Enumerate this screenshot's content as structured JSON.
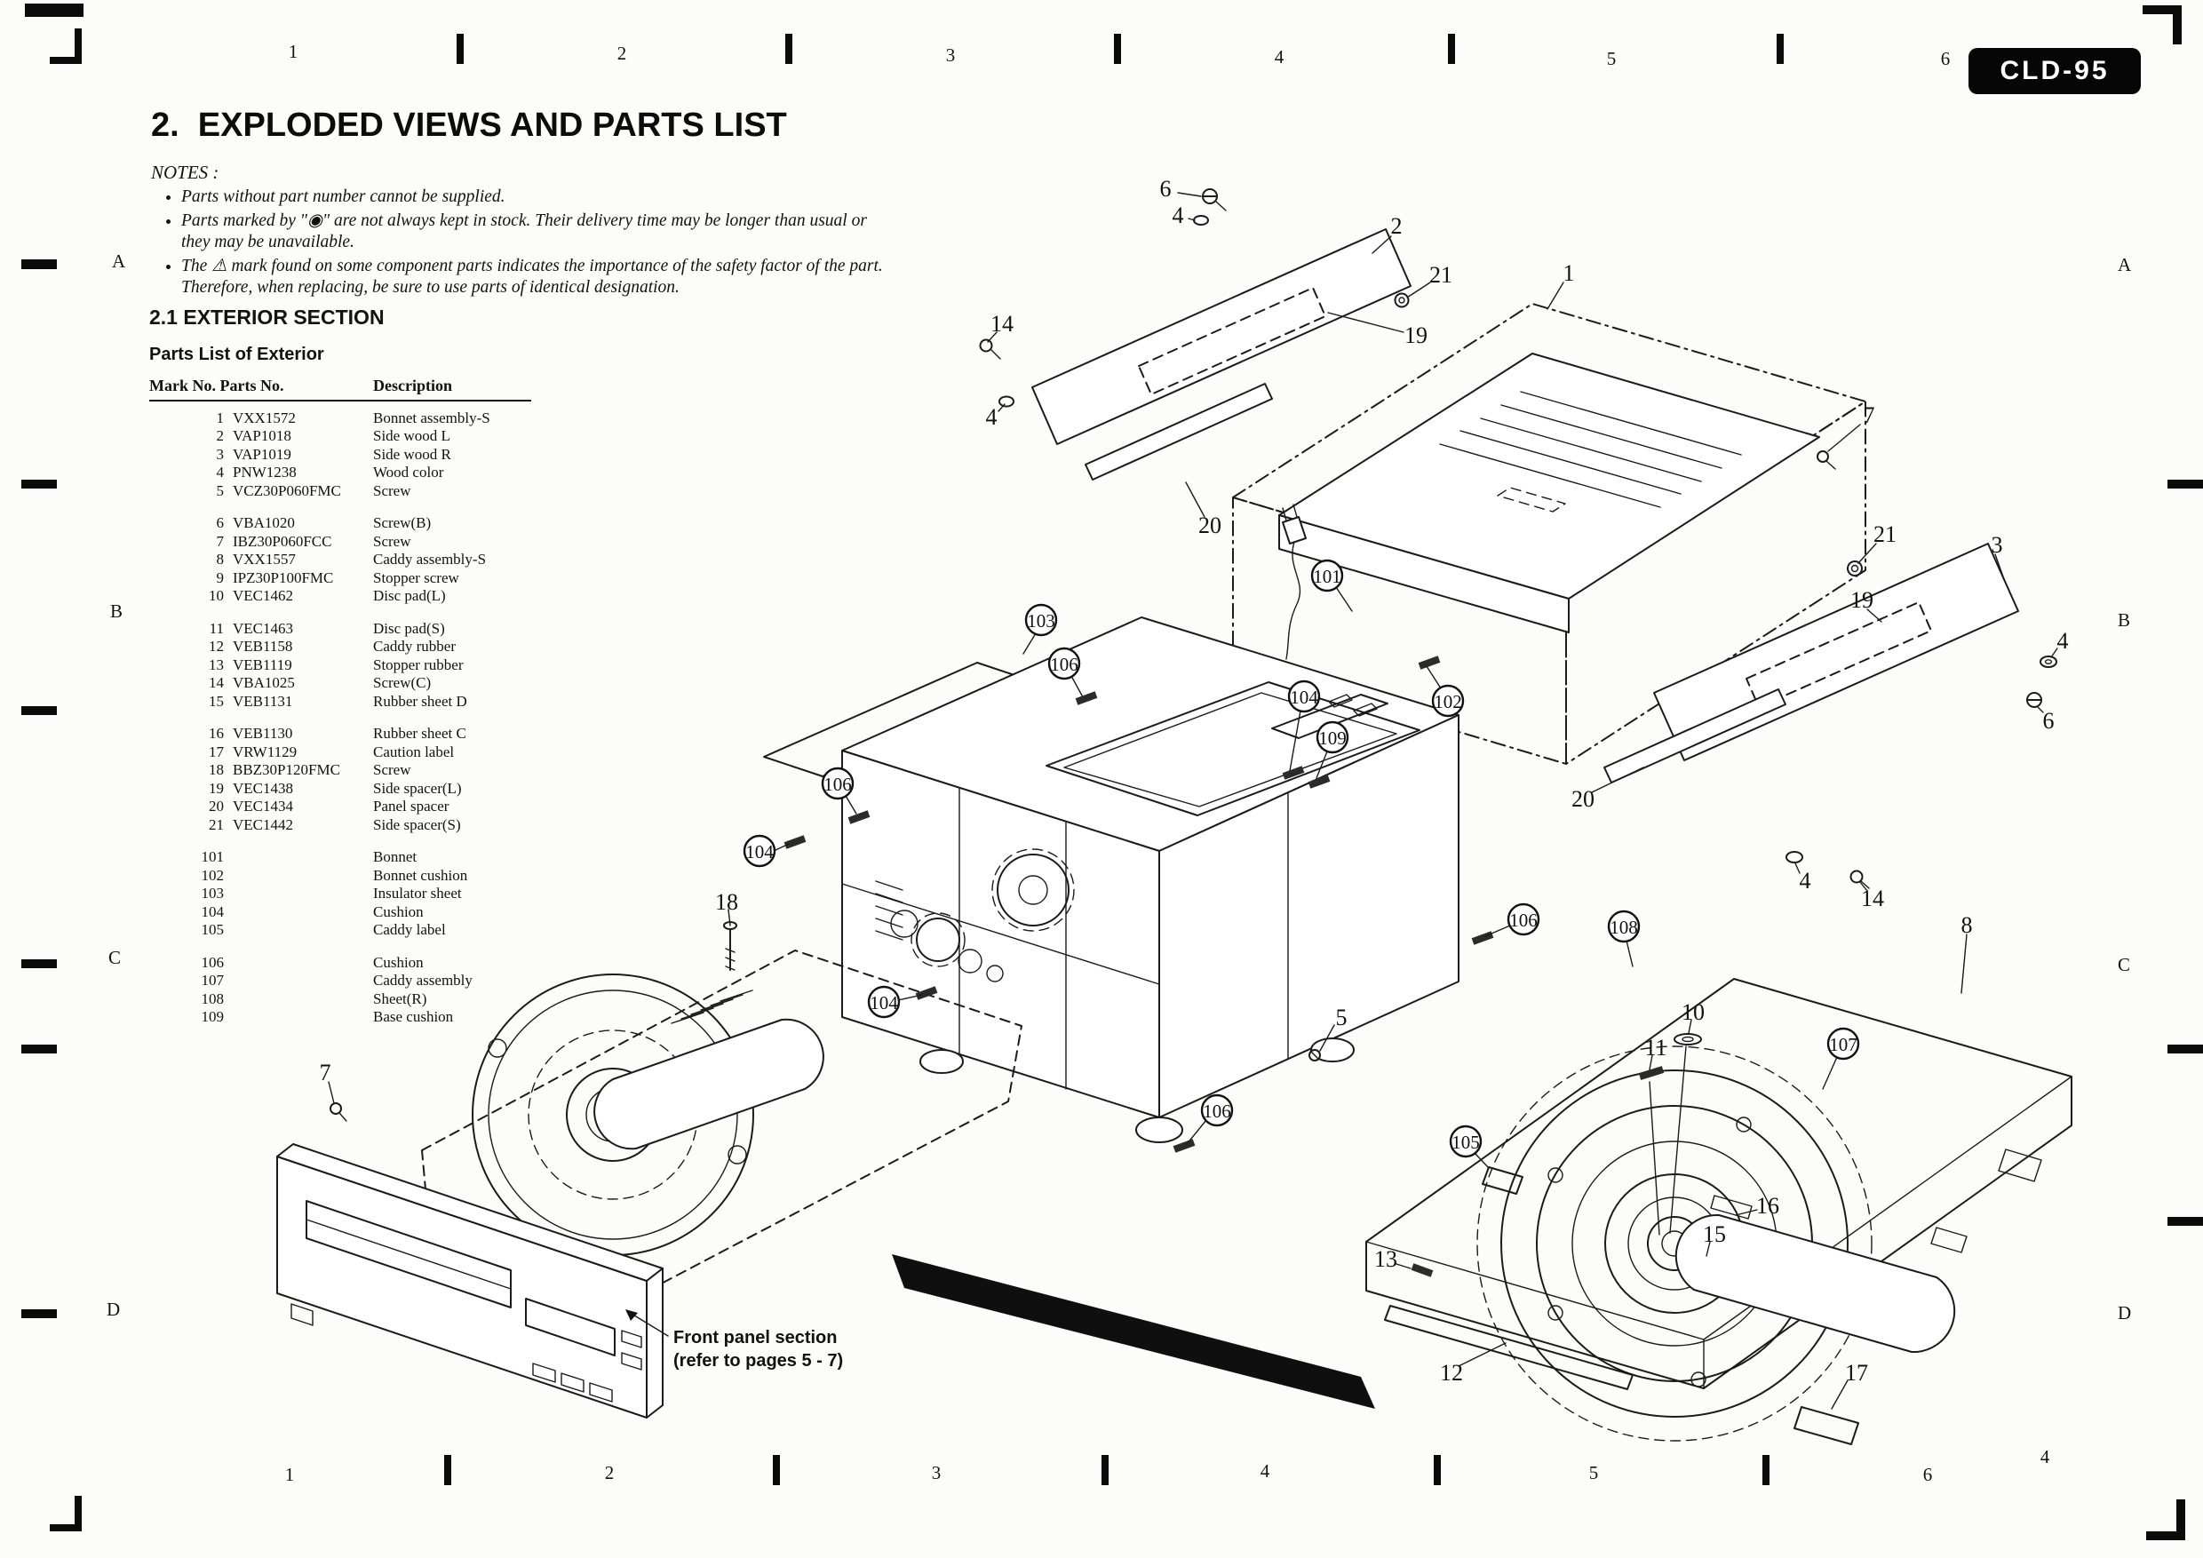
{
  "page": {
    "model_badge": "CLD-95",
    "title": "2.  EXPLODED VIEWS AND PARTS LIST",
    "notes_label": "NOTES :",
    "notes": [
      "Parts without part number cannot be supplied.",
      "Parts marked by \"◉\" are not always kept in stock.  Their delivery time may be longer than usual or they may be unavailable.",
      "The ⚠ mark found on some component parts indicates the importance of the safety factor of the part.  Therefore, when replacing, be sure to use parts of identical designation."
    ],
    "section_heading": "2.1 EXTERIOR SECTION",
    "list_heading": "Parts List of Exterior"
  },
  "parts_table": {
    "header_col1": "Mark No. Parts No.",
    "header_col2": "Description",
    "rows": [
      [
        "1",
        "VXX1572",
        "Bonnet assembly-S"
      ],
      [
        "2",
        "VAP1018",
        "Side wood L"
      ],
      [
        "3",
        "VAP1019",
        "Side wood R"
      ],
      [
        "4",
        "PNW1238",
        "Wood color"
      ],
      [
        "5",
        "VCZ30P060FMC",
        "Screw"
      ],
      [
        "6",
        "VBA1020",
        "Screw(B)"
      ],
      [
        "7",
        "IBZ30P060FCC",
        "Screw"
      ],
      [
        "8",
        "VXX1557",
        "Caddy assembly-S"
      ],
      [
        "9",
        "IPZ30P100FMC",
        "Stopper screw"
      ],
      [
        "10",
        "VEC1462",
        "Disc pad(L)"
      ],
      [
        "11",
        "VEC1463",
        "Disc pad(S)"
      ],
      [
        "12",
        "VEB1158",
        "Caddy rubber"
      ],
      [
        "13",
        "VEB1119",
        "Stopper rubber"
      ],
      [
        "14",
        "VBA1025",
        "Screw(C)"
      ],
      [
        "15",
        "VEB1131",
        "Rubber sheet D"
      ],
      [
        "16",
        "VEB1130",
        "Rubber sheet C"
      ],
      [
        "17",
        "VRW1129",
        "Caution label"
      ],
      [
        "18",
        "BBZ30P120FMC",
        "Screw"
      ],
      [
        "19",
        "VEC1438",
        "Side spacer(L)"
      ],
      [
        "20",
        "VEC1434",
        "Panel spacer"
      ],
      [
        "21",
        "VEC1442",
        "Side spacer(S)"
      ],
      [
        "101",
        "",
        "Bonnet"
      ],
      [
        "102",
        "",
        "Bonnet cushion"
      ],
      [
        "103",
        "",
        "Insulator sheet"
      ],
      [
        "104",
        "",
        "Cushion"
      ],
      [
        "105",
        "",
        "Caddy label"
      ],
      [
        "106",
        "",
        "Cushion"
      ],
      [
        "107",
        "",
        "Caddy assembly"
      ],
      [
        "108",
        "",
        "Sheet(R)"
      ],
      [
        "109",
        "",
        "Base cushion"
      ]
    ]
  },
  "diagram": {
    "plain_callouts": [
      "6",
      "4",
      "2",
      "21",
      "1",
      "14",
      "19",
      "7",
      "4",
      "20",
      "21",
      "3",
      "19",
      "4",
      "6",
      "20",
      "4",
      "14",
      "18",
      "8",
      "10",
      "5",
      "11",
      "7",
      "16",
      "15",
      "13",
      "12",
      "17"
    ],
    "circled_callouts": [
      "101",
      "103",
      "106",
      "104",
      "102",
      "109",
      "106",
      "104",
      "106",
      "108",
      "104",
      "107",
      "106",
      "105"
    ],
    "front_panel_note": [
      "Front panel section",
      "(refer to pages 5 - 7)"
    ]
  },
  "margins": {
    "top_numbers": [
      "1",
      "2",
      "3",
      "4",
      "5",
      "6"
    ],
    "bottom_numbers": [
      "1",
      "2",
      "3",
      "4",
      "5",
      "6"
    ],
    "left_letters": [
      "A",
      "B",
      "C",
      "D"
    ],
    "right_letters": [
      "A",
      "B",
      "C",
      "D"
    ],
    "bottom_right_number": "4"
  }
}
